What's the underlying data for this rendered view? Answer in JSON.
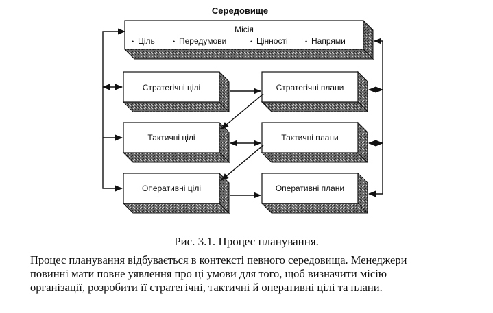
{
  "diagram": {
    "environment_label": "Середовище",
    "mission": {
      "title": "Місія",
      "items": [
        "Ціль",
        "Передумови",
        "Цінності",
        "Напрями"
      ]
    },
    "boxes": {
      "strategic_goals": "Стратегічні цілі",
      "strategic_plans": "Стратегічні плани",
      "tactical_goals": "Тактичні цілі",
      "tactical_plans": "Тактичні плани",
      "operational_goals": "Оперативні цілі",
      "operational_plans": "Оперативні плани"
    },
    "bullet_glyph": "•"
  },
  "caption": "Рис. 3.1. Процес планування.",
  "paragraph_lines": [
    "Процес планування відбувається в контексті певного середовища. Менеджери",
    "повинні мати повне уявлення про ці умови для того, щоб визначити місію",
    "організації, розробити її стратегічні, тактичні й оперативні цілі та плани."
  ],
  "colors": {
    "box_fill": "#ffffff",
    "shadow_fill": "#5a5a5a",
    "line": "#111111"
  }
}
